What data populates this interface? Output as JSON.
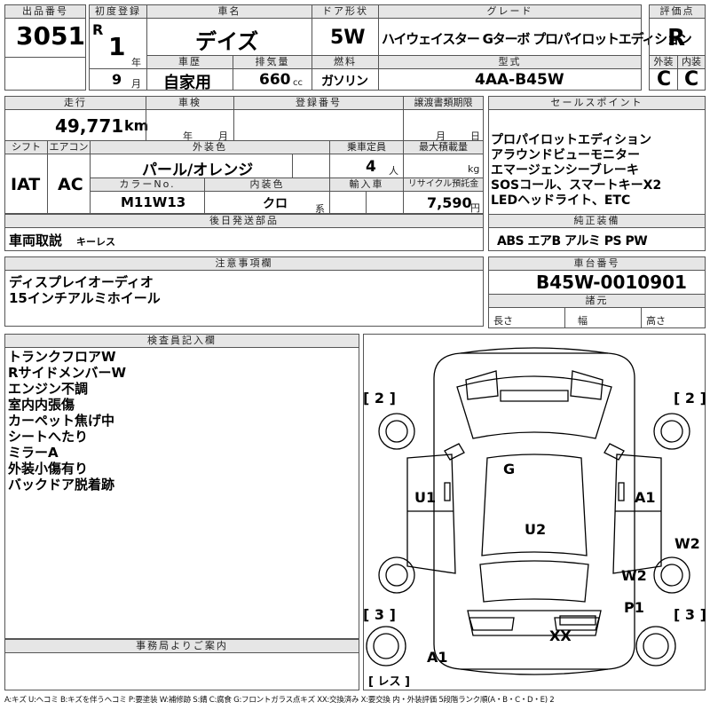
{
  "header": {
    "lot_label": "出品番号",
    "lot_no": "3051",
    "reg_label": "初度登録",
    "era": "R",
    "year": "1",
    "year_unit": "年",
    "month": "9",
    "month_unit": "月",
    "name_label": "車名",
    "car_name": "デイズ",
    "door_label": "ドア形状",
    "door": "5W",
    "grade_label": "グレード",
    "grade": "ハイウェイスター Gターボ プロパイロットエディション",
    "score_label": "評価点",
    "score": "R",
    "history_label": "車歴",
    "history": "自家用",
    "disp_label": "排気量",
    "displacement": "660",
    "disp_unit": "cc",
    "fuel_label": "燃料",
    "fuel": "ガソリン",
    "model_label": "型式",
    "model": "4AA-B45W",
    "ext_label": "外装",
    "ext_grade": "C",
    "int_label": "内装",
    "int_grade": "C"
  },
  "row2": {
    "mileage_label": "走行",
    "mileage": "49,771",
    "mileage_unit": "km",
    "inspection_label": "車検",
    "insp_year_unit": "年",
    "insp_month_unit": "月",
    "regno_label": "登録番号",
    "transfer_label": "譲渡書類期限",
    "transfer_month_unit": "月",
    "transfer_day_unit": "日",
    "shift_label": "シフト",
    "shift": "IAT",
    "ac_label": "エアコン",
    "ac": "AC",
    "color_label": "外装色",
    "color": "パール/オレンジ",
    "capacity_label": "乗車定員",
    "capacity": "4",
    "capacity_unit": "人",
    "load_label": "最大積載量",
    "load_unit": "kg",
    "colorno_label": "カラーNo.",
    "color_no": "M11W13",
    "intcolor_label": "内装色",
    "int_color": "クロ",
    "intcolor_unit": "系",
    "import_label": "輸入車",
    "recycle_label": "リサイクル預託金",
    "recycle": "7,590",
    "recycle_unit": "円",
    "later_label": "後日発送部品",
    "later_main": "車両取説",
    "later_sub": "キーレス"
  },
  "sales": {
    "label": "セールスポイント",
    "text": "プロパイロットエディション\nアラウンドビューモニター\nエマージェンシーブレーキ\nSOSコール、スマートキーX2\nLEDヘッドライト、ETC"
  },
  "equipment": {
    "label": "純正装備",
    "items": "ABS エアB アルミ PS PW"
  },
  "notes": {
    "label": "注意事項欄",
    "text": "ディスプレイオーディオ\n15インチアルミホイール"
  },
  "chassis": {
    "label": "車台番号",
    "number": "B45W-0010901",
    "spec_label": "諸元",
    "length_label": "長さ",
    "width_label": "幅",
    "height_label": "高さ"
  },
  "inspector": {
    "label": "検査員記入欄",
    "text": "トランクフロアW\nRサイドメンバーW\nエンジン不調\n室内内張傷\nカーペット焦げ中\nシートへたり\nミラーA\n外装小傷有り\nバックドア脱着跡"
  },
  "office": {
    "label": "事務局よりご案内"
  },
  "diagram": {
    "marks": {
      "G": "G",
      "U1": "U1",
      "A1_right": "A1",
      "U2": "U2",
      "W2_side": "W2",
      "W2": "W2",
      "P1": "P1",
      "XX": "XX",
      "A1_bottom": "A1"
    },
    "tire_fl": "[ 2 ]",
    "tire_fr": "[ 2 ]",
    "tire_rl": "[ 3 ]",
    "tire_rr": "[ 3 ]",
    "spare": "[ レス ]"
  },
  "legend": "A:キズ U:ヘコミ B:キズを伴うヘコミ P:要塗装 W:補修跡 S:錆 C:腐食 G:フロントガラス点キズ XX:交換済み X:要交換 内・外装評価 5段階ランク順(A・B・C・D・E) 2"
}
